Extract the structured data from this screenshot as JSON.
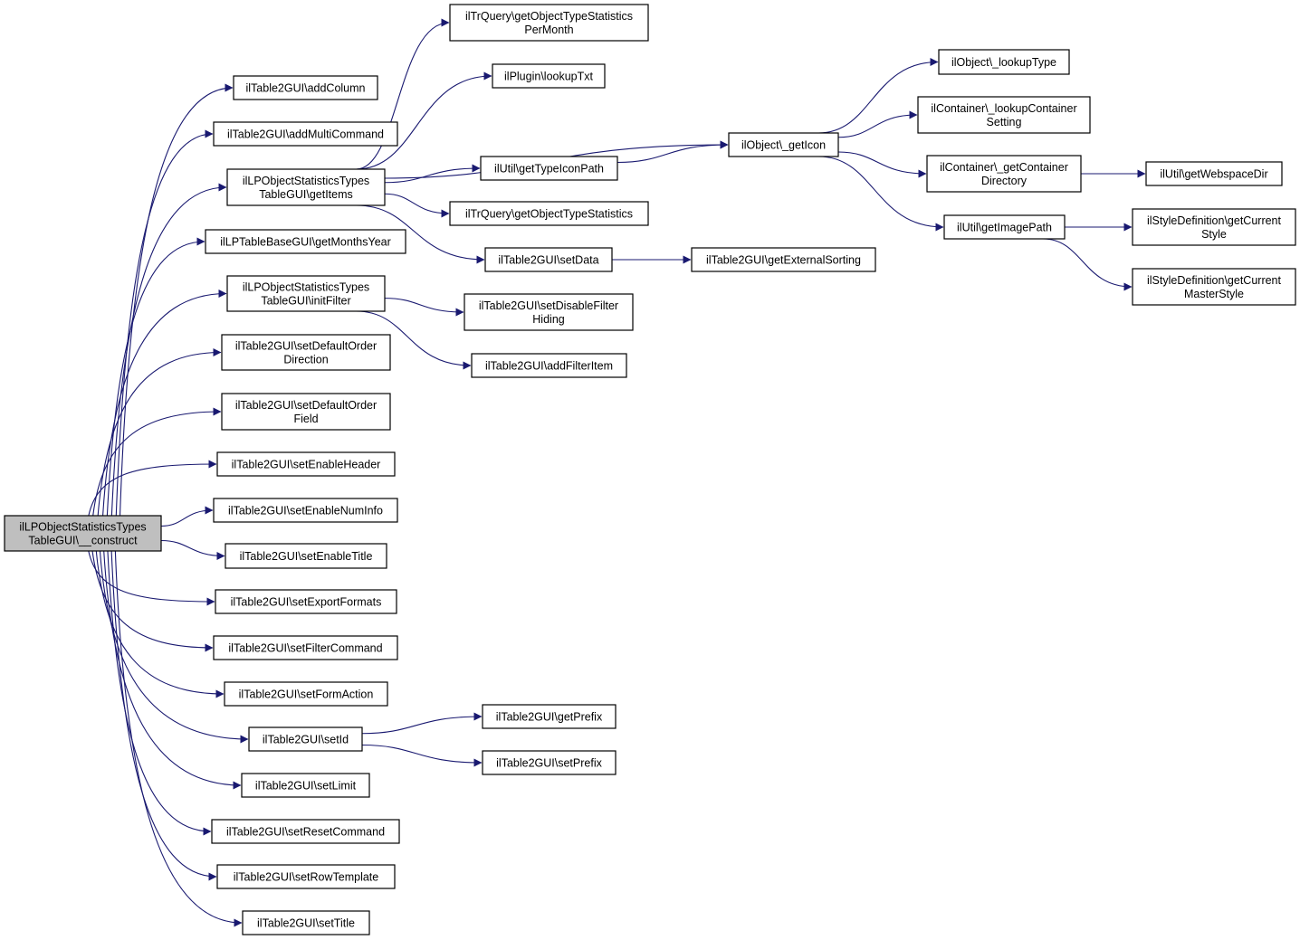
{
  "graph": {
    "root_id": "construct",
    "nodes": [
      {
        "id": "construct",
        "lines": [
          "ilLPObjectStatisticsTypes",
          "TableGUI\\__construct"
        ],
        "root": true
      },
      {
        "id": "addColumn",
        "lines": [
          "ilTable2GUI\\addColumn"
        ]
      },
      {
        "id": "addMultiCommand",
        "lines": [
          "ilTable2GUI\\addMultiCommand"
        ]
      },
      {
        "id": "getItems",
        "lines": [
          "ilLPObjectStatisticsTypes",
          "TableGUI\\getItems"
        ]
      },
      {
        "id": "getMonthsYear",
        "lines": [
          "ilLPTableBaseGUI\\getMonthsYear"
        ]
      },
      {
        "id": "initFilter",
        "lines": [
          "ilLPObjectStatisticsTypes",
          "TableGUI\\initFilter"
        ]
      },
      {
        "id": "setDefaultOrderDirection",
        "lines": [
          "ilTable2GUI\\setDefaultOrder",
          "Direction"
        ]
      },
      {
        "id": "setDefaultOrderField",
        "lines": [
          "ilTable2GUI\\setDefaultOrder",
          "Field"
        ]
      },
      {
        "id": "setEnableHeader",
        "lines": [
          "ilTable2GUI\\setEnableHeader"
        ]
      },
      {
        "id": "setEnableNumInfo",
        "lines": [
          "ilTable2GUI\\setEnableNumInfo"
        ]
      },
      {
        "id": "setEnableTitle",
        "lines": [
          "ilTable2GUI\\setEnableTitle"
        ]
      },
      {
        "id": "setExportFormats",
        "lines": [
          "ilTable2GUI\\setExportFormats"
        ]
      },
      {
        "id": "setFilterCommand",
        "lines": [
          "ilTable2GUI\\setFilterCommand"
        ]
      },
      {
        "id": "setFormAction",
        "lines": [
          "ilTable2GUI\\setFormAction"
        ]
      },
      {
        "id": "setId",
        "lines": [
          "ilTable2GUI\\setId"
        ]
      },
      {
        "id": "setLimit",
        "lines": [
          "ilTable2GUI\\setLimit"
        ]
      },
      {
        "id": "setResetCommand",
        "lines": [
          "ilTable2GUI\\setResetCommand"
        ]
      },
      {
        "id": "setRowTemplate",
        "lines": [
          "ilTable2GUI\\setRowTemplate"
        ]
      },
      {
        "id": "setTitle",
        "lines": [
          "ilTable2GUI\\setTitle"
        ]
      },
      {
        "id": "getObjectTypeStatisticsPerMonth",
        "lines": [
          "ilTrQuery\\getObjectTypeStatistics",
          "PerMonth"
        ]
      },
      {
        "id": "lookupTxt",
        "lines": [
          "ilPlugin\\lookupTxt"
        ]
      },
      {
        "id": "getTypeIconPath",
        "lines": [
          "ilUtil\\getTypeIconPath"
        ]
      },
      {
        "id": "getObjectTypeStatistics",
        "lines": [
          "ilTrQuery\\getObjectTypeStatistics"
        ]
      },
      {
        "id": "setData",
        "lines": [
          "ilTable2GUI\\setData"
        ]
      },
      {
        "id": "setDisableFilterHiding",
        "lines": [
          "ilTable2GUI\\setDisableFilter",
          "Hiding"
        ]
      },
      {
        "id": "addFilterItem",
        "lines": [
          "ilTable2GUI\\addFilterItem"
        ]
      },
      {
        "id": "getPrefix",
        "lines": [
          "ilTable2GUI\\getPrefix"
        ]
      },
      {
        "id": "setPrefix",
        "lines": [
          "ilTable2GUI\\setPrefix"
        ]
      },
      {
        "id": "getIcon",
        "lines": [
          "ilObject\\_getIcon"
        ]
      },
      {
        "id": "getExternalSorting",
        "lines": [
          "ilTable2GUI\\getExternalSorting"
        ]
      },
      {
        "id": "lookupType",
        "lines": [
          "ilObject\\_lookupType"
        ]
      },
      {
        "id": "lookupContainerSetting",
        "lines": [
          "ilContainer\\_lookupContainer",
          "Setting"
        ]
      },
      {
        "id": "getContainerDirectory",
        "lines": [
          "ilContainer\\_getContainer",
          "Directory"
        ]
      },
      {
        "id": "getImagePath",
        "lines": [
          "ilUtil\\getImagePath"
        ]
      },
      {
        "id": "getWebspaceDir",
        "lines": [
          "ilUtil\\getWebspaceDir"
        ]
      },
      {
        "id": "getCurrentStyle",
        "lines": [
          "ilStyleDefinition\\getCurrent",
          "Style"
        ]
      },
      {
        "id": "getCurrentMasterStyle",
        "lines": [
          "ilStyleDefinition\\getCurrent",
          "MasterStyle"
        ]
      }
    ],
    "edges": [
      [
        "construct",
        "addColumn"
      ],
      [
        "construct",
        "addMultiCommand"
      ],
      [
        "construct",
        "getItems"
      ],
      [
        "construct",
        "getMonthsYear"
      ],
      [
        "construct",
        "initFilter"
      ],
      [
        "construct",
        "setDefaultOrderDirection"
      ],
      [
        "construct",
        "setDefaultOrderField"
      ],
      [
        "construct",
        "setEnableHeader"
      ],
      [
        "construct",
        "setEnableNumInfo"
      ],
      [
        "construct",
        "setEnableTitle"
      ],
      [
        "construct",
        "setExportFormats"
      ],
      [
        "construct",
        "setFilterCommand"
      ],
      [
        "construct",
        "setFormAction"
      ],
      [
        "construct",
        "setId"
      ],
      [
        "construct",
        "setLimit"
      ],
      [
        "construct",
        "setResetCommand"
      ],
      [
        "construct",
        "setRowTemplate"
      ],
      [
        "construct",
        "setTitle"
      ],
      [
        "getItems",
        "getObjectTypeStatisticsPerMonth"
      ],
      [
        "getItems",
        "lookupTxt"
      ],
      [
        "getItems",
        "getIcon"
      ],
      [
        "getItems",
        "getTypeIconPath"
      ],
      [
        "getItems",
        "getObjectTypeStatistics"
      ],
      [
        "getItems",
        "setData"
      ],
      [
        "initFilter",
        "setDisableFilterHiding"
      ],
      [
        "initFilter",
        "addFilterItem"
      ],
      [
        "setId",
        "getPrefix"
      ],
      [
        "setId",
        "setPrefix"
      ],
      [
        "getTypeIconPath",
        "getIcon"
      ],
      [
        "setData",
        "getExternalSorting"
      ],
      [
        "getIcon",
        "lookupType"
      ],
      [
        "getIcon",
        "lookupContainerSetting"
      ],
      [
        "getIcon",
        "getContainerDirectory"
      ],
      [
        "getIcon",
        "getImagePath"
      ],
      [
        "getContainerDirectory",
        "getWebspaceDir"
      ],
      [
        "getImagePath",
        "getCurrentStyle"
      ],
      [
        "getImagePath",
        "getCurrentMasterStyle"
      ]
    ],
    "colors": {
      "edge": "#191970",
      "node_border": "#000000",
      "root_fill": "#bfbfbf",
      "node_fill": "#ffffff"
    }
  }
}
